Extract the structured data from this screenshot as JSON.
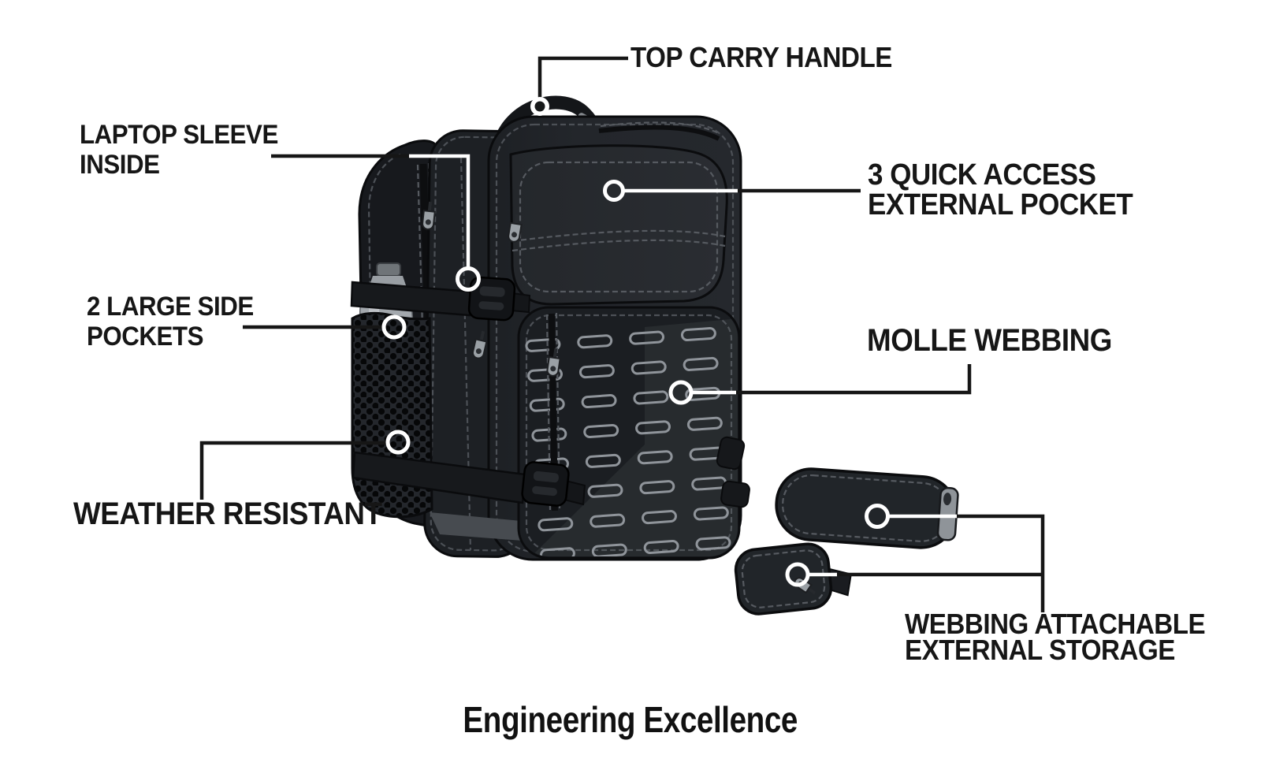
{
  "title": "Engineering Excellence",
  "diagram": {
    "subject": "tactical backpack feature callout diagram",
    "features": [
      {
        "id": "top-carry-handle",
        "label": "TOP CARRY HANDLE"
      },
      {
        "id": "laptop-sleeve",
        "label": "LAPTOP SLEEVE\nINSIDE"
      },
      {
        "id": "quick-access-pocket",
        "label": "3 QUICK ACCESS\nEXTERNAL POCKET"
      },
      {
        "id": "large-side-pockets",
        "label": "2 LARGE SIDE\nPOCKETS"
      },
      {
        "id": "molle-webbing",
        "label": "MOLLE WEBBING"
      },
      {
        "id": "weather-resistant",
        "label": "WEATHER RESISTANT"
      },
      {
        "id": "external-storage",
        "label": "WEBBING ATTACHABLE\nEXTERNAL STORAGE"
      }
    ],
    "colors": {
      "background": "#ffffff",
      "ink": "#161616",
      "bag_body": "#212428",
      "bag_outline": "#0a0b0d",
      "accent_gray": "#9aa0a5",
      "callout_ring": "#ffffff"
    }
  }
}
